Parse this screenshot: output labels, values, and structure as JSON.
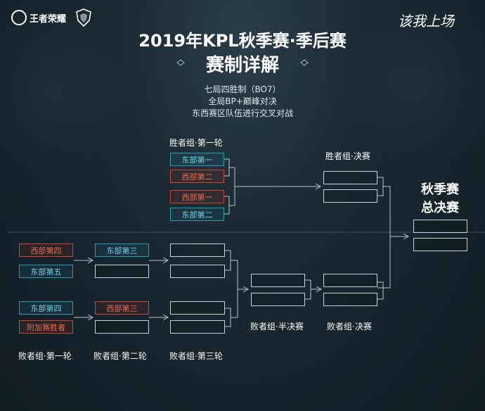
{
  "header": {
    "logo_text": "王者荣耀",
    "slogan": "该我上场",
    "title_line1": "2019年KPL秋季赛·季后赛",
    "title_line2": "赛制详解"
  },
  "rules": [
    "七局四胜制（BO7）",
    "全局BP+巅峰对决",
    "东西赛区队伍进行交叉对战"
  ],
  "winners_bracket": {
    "round1_label": "胜者组·第一轮",
    "round1_slots": [
      "东部第一",
      "西部第二",
      "西部第一",
      "东部第二"
    ],
    "final_label": "胜者组·决赛"
  },
  "losers_bracket": {
    "round1_label": "败者组·第一轮",
    "round1_slots": [
      "西部第四",
      "东部第五",
      "东部第四",
      "附加赛胜者"
    ],
    "round2_label": "败者组·第二轮",
    "round2_slots": [
      "东部第三",
      "西部第三"
    ],
    "round3_label": "败者组·第三轮",
    "semifinal_label": "败者组·半决赛",
    "final_label": "败者组·决赛"
  },
  "grand_final": {
    "label_line1": "秋季赛",
    "label_line2": "总决赛"
  },
  "colors": {
    "east": "#1fa0b4",
    "west": "#d0452e",
    "empty": "#c8d2d8",
    "background": "#1b2a34"
  }
}
